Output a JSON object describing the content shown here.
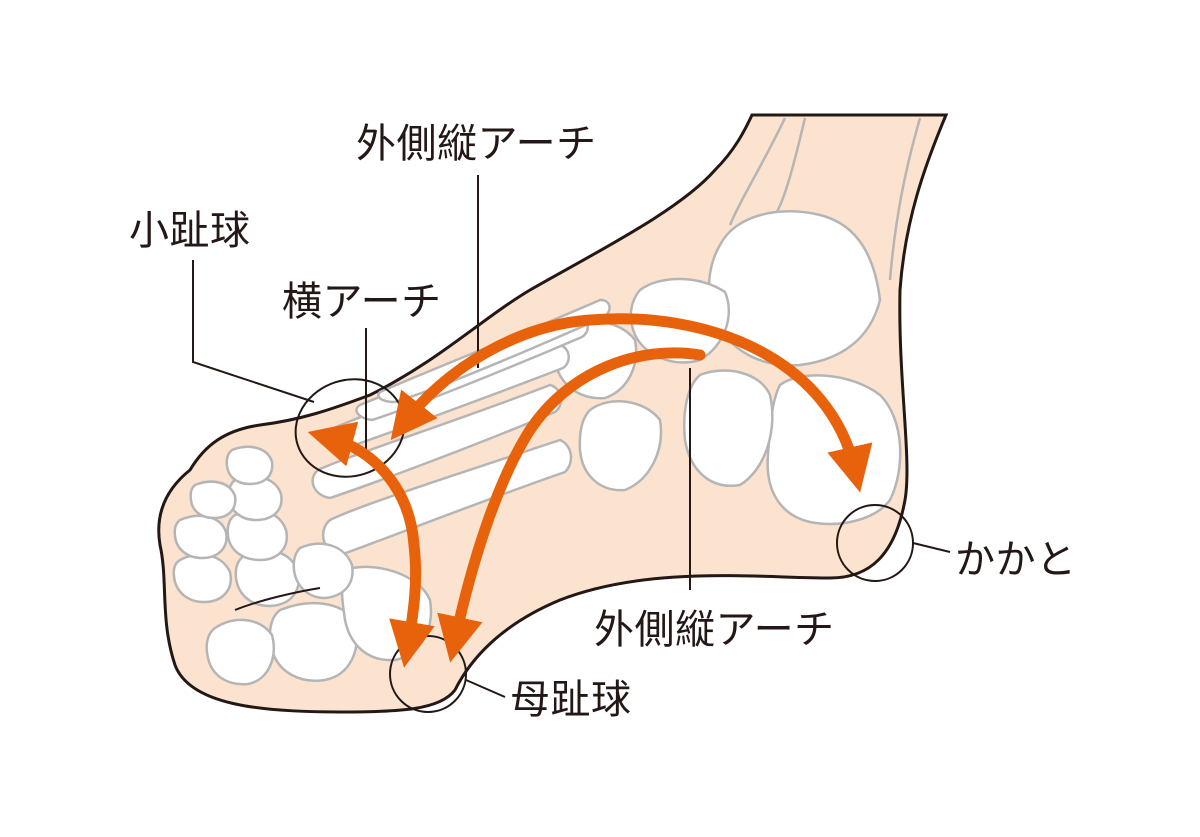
{
  "labels": {
    "lateral_arch_top": "外側縦アーチ",
    "little_toe_ball": "小趾球",
    "transverse_arch": "横アーチ",
    "heel": "かかと",
    "lateral_arch_bottom": "外側縦アーチ",
    "big_toe_ball": "母趾球"
  },
  "colors": {
    "arrow": "#e8620c",
    "skin": "#fbe3cf",
    "bone_outline": "#b5b5b5",
    "line": "#231815"
  }
}
